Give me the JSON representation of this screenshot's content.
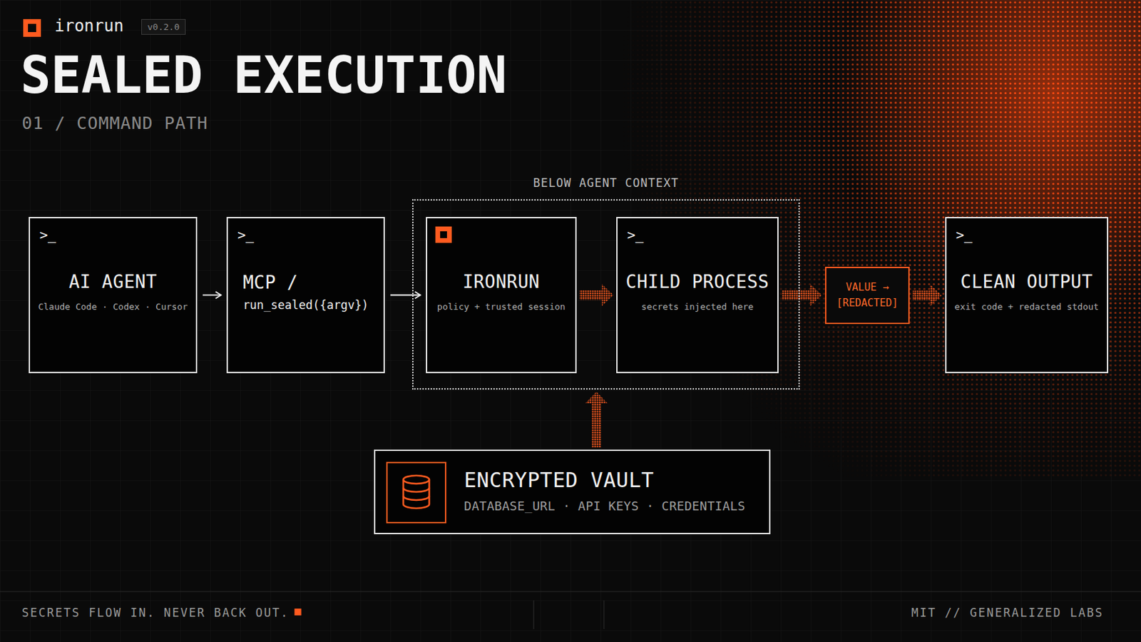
{
  "diagram": {
    "title": "SEALED EXECUTION",
    "nodes": [
      {
        "text": [
          ">_",
          "AI AGENT",
          "Claude Code · Codex · Cursor"
        ]
      },
      {
        "text": [
          ">_",
          "MCP /",
          "run_sealed({argv})"
        ]
      },
      {
        "text": [
          "BELOW AGENT CONTEXT"
        ]
      },
      {
        "text": [
          "IRONRUN",
          "policy + trusted session"
        ],
        "in": 2
      },
      {
        "text": [
          ">_",
          "CHILD PROCESS",
          "secrets injected here"
        ],
        "in": 2
      },
      {
        "text": [
          "VALUE → [REDACTED]"
        ]
      },
      {
        "text": [
          ">_",
          "CLEAN OUTPUT",
          "exit code + redacted stdout"
        ]
      },
      {
        "text": [
          "ENCRYPTED VAULT",
          "DATABASE_URL · API KEYS · CREDENTIALS"
        ]
      }
    ],
    "edges": [
      {
        "from": 0,
        "to": 1,
        "arrow": "to"
      },
      {
        "from": 1,
        "to": 3,
        "arrow": "to"
      },
      {
        "from": 3,
        "to": 4,
        "arrow": "to"
      },
      {
        "from": 4,
        "to": 5,
        "arrow": "to"
      },
      {
        "from": 5,
        "to": 6,
        "arrow": "to"
      },
      {
        "from": 7,
        "to": 2,
        "arrow": "to"
      }
    ],
    "labels": [
      "ironrun",
      "v0.2.0",
      "01 / COMMAND PATH",
      "SECRETS FLOW IN. NEVER BACK OUT.",
      "MIT // GENERALIZED LABS"
    ]
  }
}
